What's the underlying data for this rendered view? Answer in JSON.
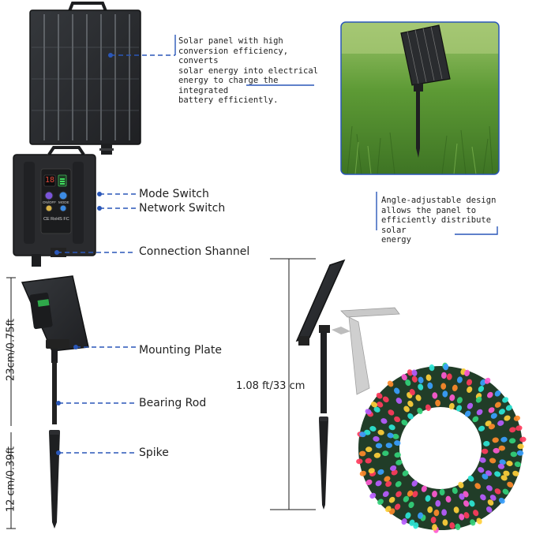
{
  "colors": {
    "accent": "#2a57b8",
    "panel": "#2b2d30",
    "panel_dark": "#1c1d1f",
    "grass": "#4f8b2b"
  },
  "descriptions": {
    "solar_panel": [
      "Solar panel with high",
      "conversion efficiency, converts",
      "solar energy into electrical",
      "energy to charge the integrated",
      "battery efficiently."
    ],
    "angle": [
      "Angle-adjustable design",
      "allows the panel to",
      "efficiently distribute solar",
      "energy"
    ]
  },
  "labels": {
    "mode_switch": "Mode Switch",
    "network_switch": "Network Switch",
    "connection": "Connection Shannel",
    "mounting_plate": "Mounting Plate",
    "bearing_rod": "Bearing Rod",
    "spike": "Spike"
  },
  "dimensions": {
    "upper": "23cm/0.75ft",
    "lower": "12 cm/0.39ft",
    "total": "1.08 ft/33 cm"
  },
  "control_box": {
    "display_text": "18",
    "on_off": "ON/OFF",
    "mode": "MODE",
    "cert": "CE RoHS FC"
  }
}
